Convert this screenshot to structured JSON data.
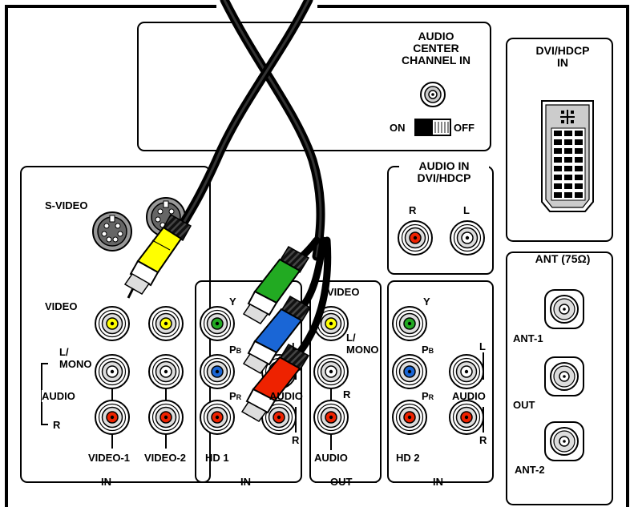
{
  "audio_center": {
    "title_1": "AUDIO",
    "title_2": "CENTER",
    "title_3": "CHANNEL IN",
    "switch_on": "ON",
    "switch_off": "OFF"
  },
  "dvi": {
    "title_1": "DVI/HDCP",
    "title_2": "IN"
  },
  "audio_in_dvi": {
    "title_1": "AUDIO IN",
    "title_2": "DVI/HDCP",
    "r": "R",
    "l": "L"
  },
  "ant": {
    "title": "ANT (75Ω)",
    "ant1": "ANT-1",
    "out": "OUT",
    "ant2": "ANT-2"
  },
  "left_panel": {
    "svideo": "S-VIDEO",
    "video": "VIDEO",
    "l_mono_1": "L/",
    "l_mono_2": "MONO",
    "audio": "AUDIO",
    "r": "R",
    "video1": "VIDEO-1",
    "video2": "VIDEO-2",
    "footer": "IN"
  },
  "hd1": {
    "y": "Y",
    "pb": "P",
    "pb_sub": "B",
    "pr": "P",
    "pr_sub": "R",
    "l": "L",
    "audio": "AUDIO",
    "r": "R",
    "name": "HD 1",
    "footer": "IN"
  },
  "out_panel": {
    "video": "VIDEO",
    "l_mono_1": "L/",
    "l_mono_2": "MONO",
    "r": "R",
    "audio": "AUDIO",
    "footer": "OUT"
  },
  "hd2": {
    "y": "Y",
    "pb": "P",
    "pb_sub": "B",
    "pr": "P",
    "pr_sub": "R",
    "l": "L",
    "audio": "AUDIO",
    "r": "R",
    "name": "HD 2",
    "footer": "IN"
  },
  "colors": {
    "yellow": "#ffff00",
    "white": "#ffffff",
    "red": "#ee2200",
    "green": "#22aa22",
    "blue": "#1a66d6"
  }
}
